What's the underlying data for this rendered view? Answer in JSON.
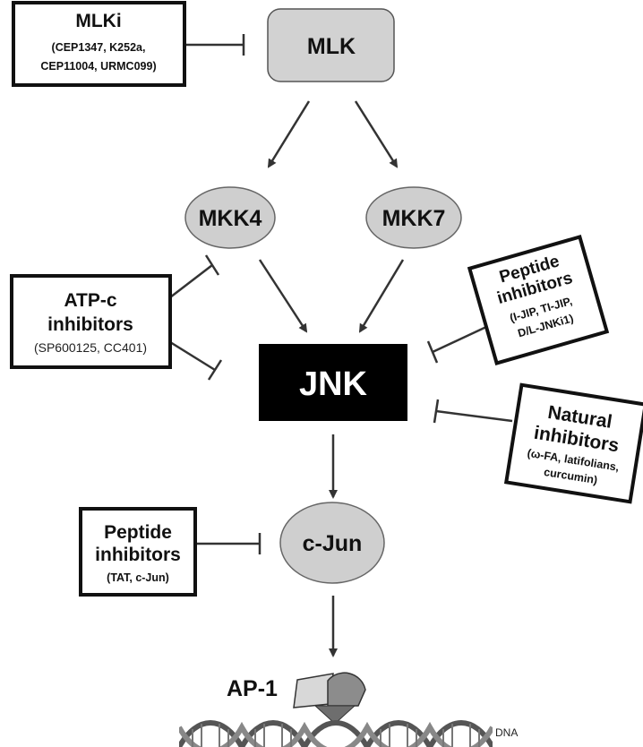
{
  "nodes": {
    "mlk": "MLK",
    "mkk4": "MKK4",
    "mkk7": "MKK7",
    "jnk": "JNK",
    "cjun": "c-Jun",
    "ap1": "AP-1",
    "dna": "DNA"
  },
  "inhibitors": {
    "mlki": {
      "title": "MLKi",
      "lines": [
        "(CEP1347, K252a,",
        "CEP11004, URMC099)"
      ]
    },
    "atp": {
      "title_lines": [
        "ATP-c",
        "inhibitors"
      ],
      "lines": [
        "(SP600125, CC401)"
      ]
    },
    "peptide_jnk": {
      "title_lines": [
        "Peptide",
        "inhibitors"
      ],
      "lines": [
        "(I-JIP, TI-JIP,",
        "D/L-JNKi1)"
      ]
    },
    "natural": {
      "title_lines": [
        "Natural",
        "inhibitors"
      ],
      "lines": [
        "(ω-FA, latifolians,",
        "curcumin)"
      ]
    },
    "peptide_cjun": {
      "title_lines": [
        "Peptide",
        "inhibitors"
      ],
      "lines": [
        "(TAT, c-Jun)"
      ]
    }
  }
}
